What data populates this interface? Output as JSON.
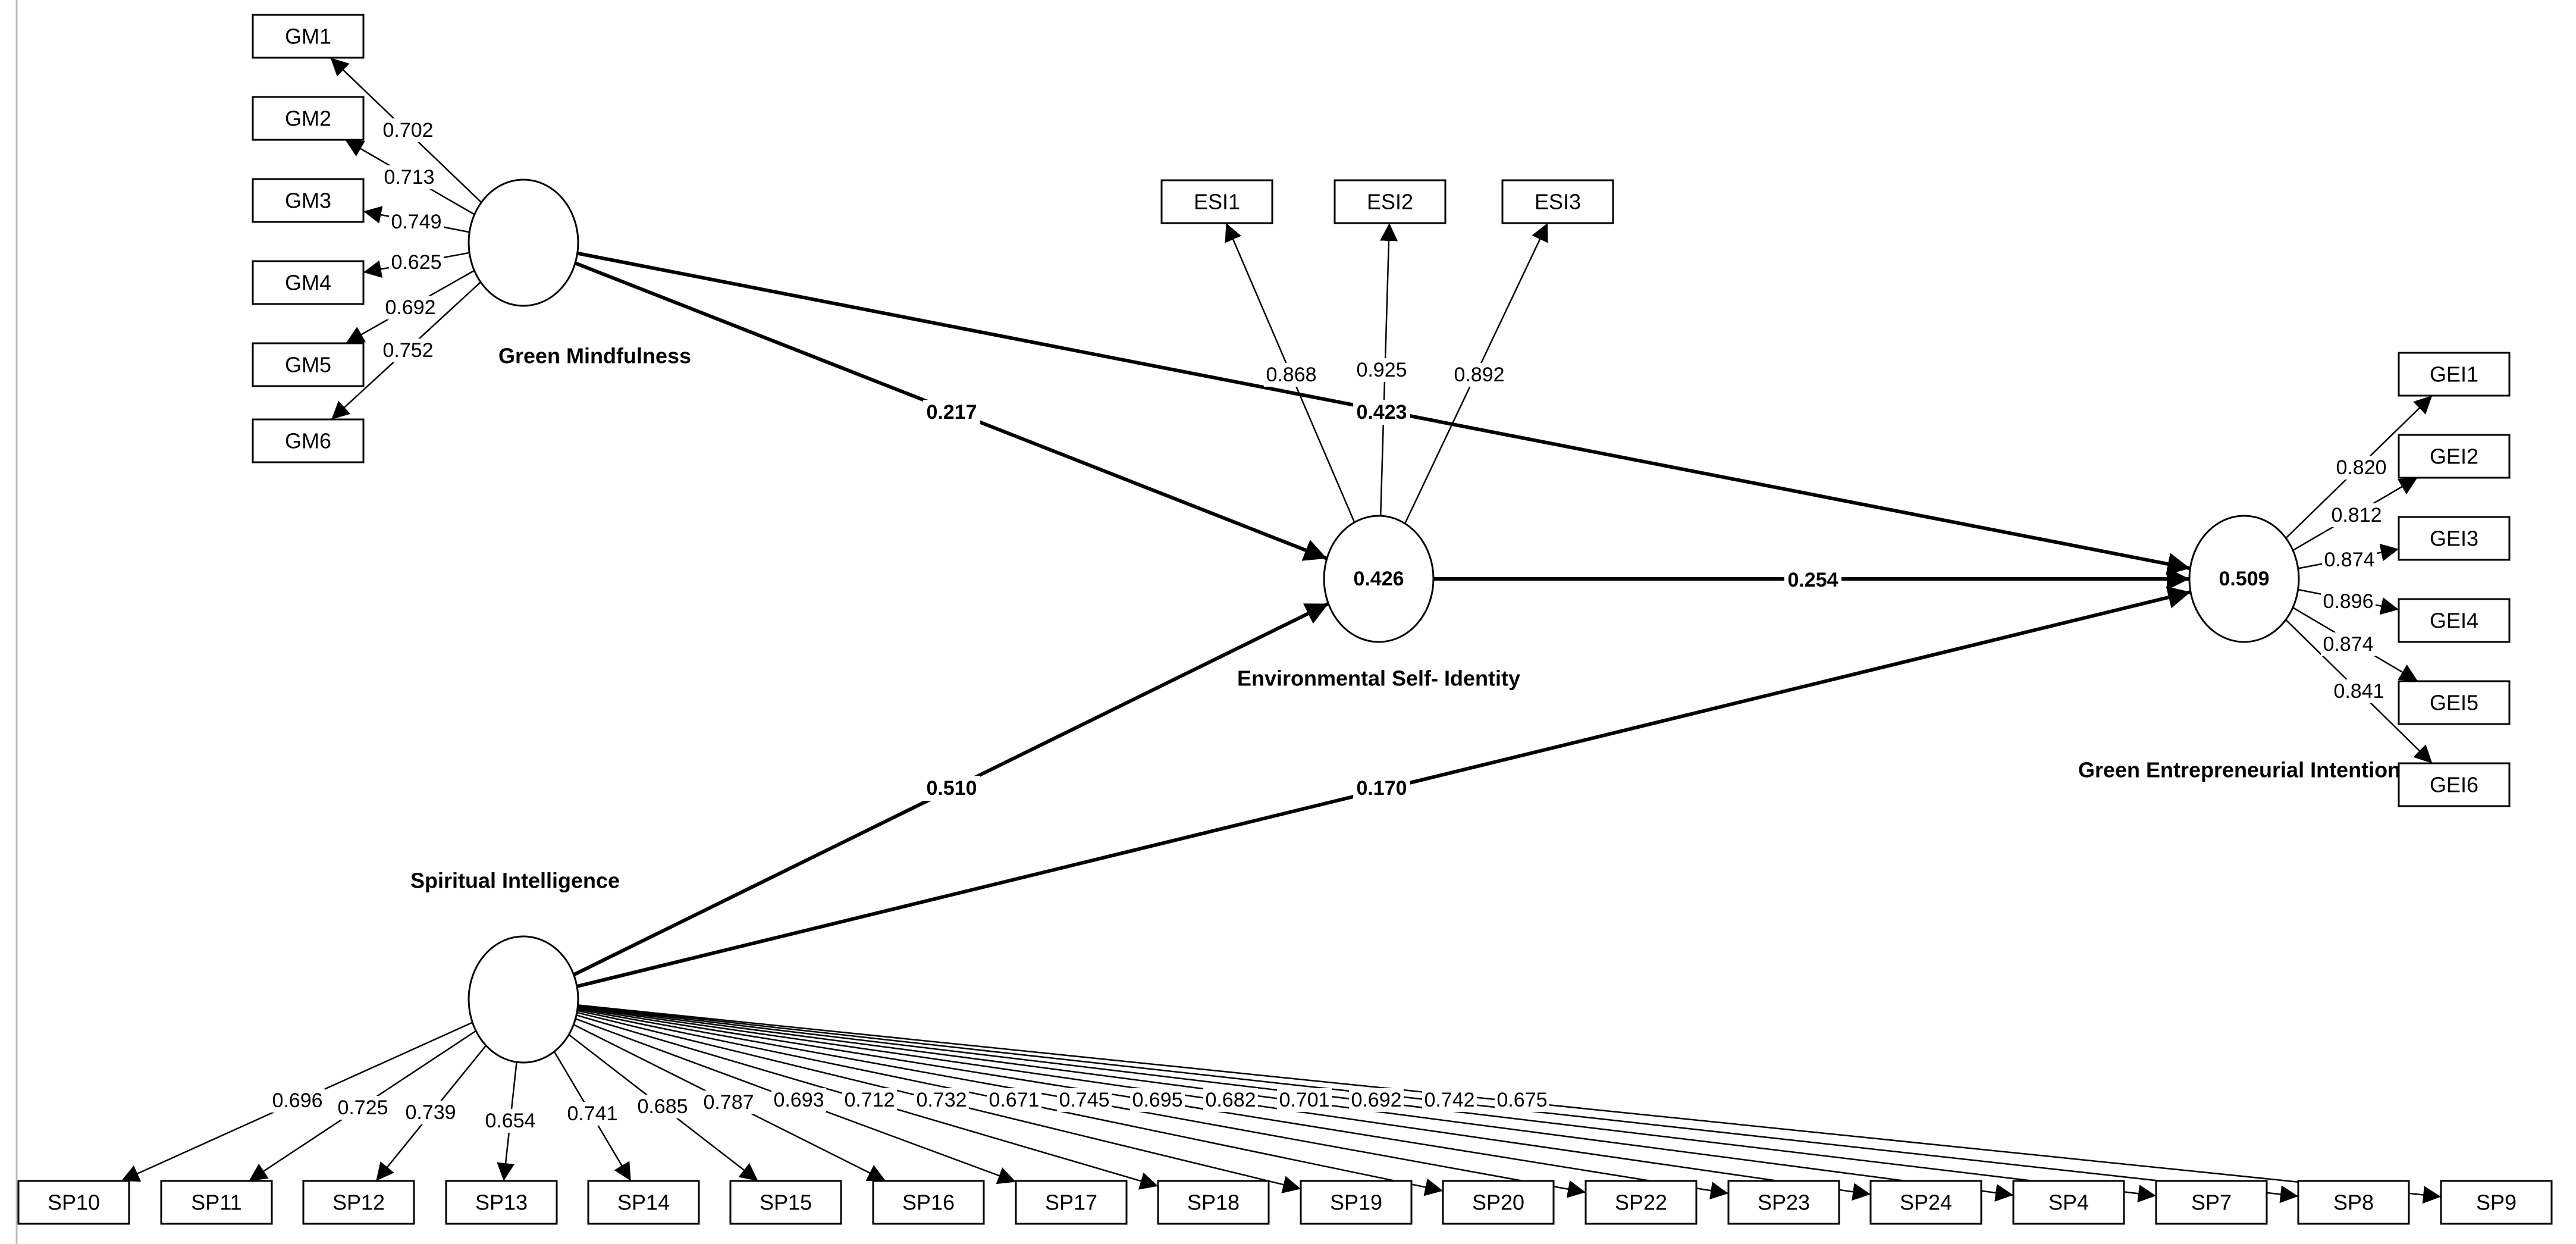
{
  "constructs": {
    "GM": {
      "name": "Green Mindfulness",
      "r2": ""
    },
    "ESI": {
      "name": "Environmental Self- Identity",
      "r2": "0.426"
    },
    "GEI": {
      "name": "Green Entrepreneurial Intention",
      "r2": "0.509"
    },
    "SP": {
      "name": "Spiritual Intelligence",
      "r2": ""
    }
  },
  "indicators": {
    "GM": [
      {
        "label": "GM1",
        "loading": "0.702"
      },
      {
        "label": "GM2",
        "loading": "0.713"
      },
      {
        "label": "GM3",
        "loading": "0.749"
      },
      {
        "label": "GM4",
        "loading": "0.625"
      },
      {
        "label": "GM5",
        "loading": "0.692"
      },
      {
        "label": "GM6",
        "loading": "0.752"
      }
    ],
    "ESI": [
      {
        "label": "ESI1",
        "loading": "0.868"
      },
      {
        "label": "ESI2",
        "loading": "0.925"
      },
      {
        "label": "ESI3",
        "loading": "0.892"
      }
    ],
    "GEI": [
      {
        "label": "GEI1",
        "loading": "0.820"
      },
      {
        "label": "GEI2",
        "loading": "0.812"
      },
      {
        "label": "GEI3",
        "loading": "0.874"
      },
      {
        "label": "GEI4",
        "loading": "0.896"
      },
      {
        "label": "GEI5",
        "loading": "0.874"
      },
      {
        "label": "GEI6",
        "loading": "0.841"
      }
    ],
    "SP": [
      {
        "label": "SP10",
        "loading": "0.696"
      },
      {
        "label": "SP11",
        "loading": "0.725"
      },
      {
        "label": "SP12",
        "loading": "0.739"
      },
      {
        "label": "SP13",
        "loading": "0.654"
      },
      {
        "label": "SP14",
        "loading": "0.741"
      },
      {
        "label": "SP15",
        "loading": "0.685"
      },
      {
        "label": "SP16",
        "loading": "0.787"
      },
      {
        "label": "SP17",
        "loading": "0.693"
      },
      {
        "label": "SP18",
        "loading": "0.712"
      },
      {
        "label": "SP19",
        "loading": "0.732"
      },
      {
        "label": "SP20",
        "loading": "0.671"
      },
      {
        "label": "SP22",
        "loading": "0.745"
      },
      {
        "label": "SP23",
        "loading": "0.695"
      },
      {
        "label": "SP24",
        "loading": "0.682"
      },
      {
        "label": "SP4",
        "loading": "0.701"
      },
      {
        "label": "SP7",
        "loading": "0.692"
      },
      {
        "label": "SP8",
        "loading": "0.742"
      },
      {
        "label": "SP9",
        "loading": "0.675"
      }
    ]
  },
  "paths": [
    {
      "from": "GM",
      "to": "ESI",
      "coef": "0.217"
    },
    {
      "from": "GM",
      "to": "GEI",
      "coef": "0.423"
    },
    {
      "from": "ESI",
      "to": "GEI",
      "coef": "0.254"
    },
    {
      "from": "SP",
      "to": "ESI",
      "coef": "0.510"
    },
    {
      "from": "SP",
      "to": "GEI",
      "coef": "0.170"
    }
  ]
}
